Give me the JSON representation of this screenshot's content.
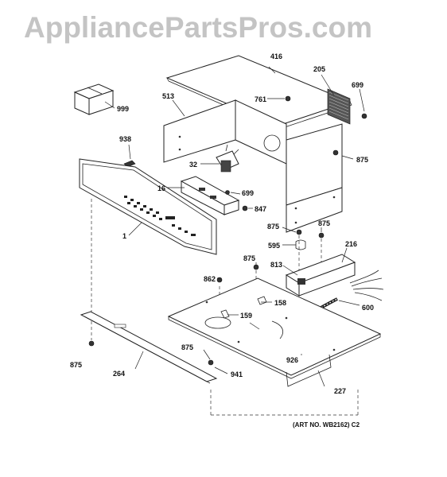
{
  "watermark": "AppliancePartsPros.com",
  "art_number": "(ART NO. WB2162) C2",
  "callouts": [
    "416",
    "205",
    "699",
    "513",
    "761",
    "999",
    "875",
    "938",
    "32",
    "16",
    "699",
    "847",
    "1",
    "875",
    "875",
    "595",
    "216",
    "813",
    "875",
    "862",
    "158",
    "600",
    "159",
    "875",
    "926",
    "264",
    "941",
    "227",
    "875"
  ]
}
